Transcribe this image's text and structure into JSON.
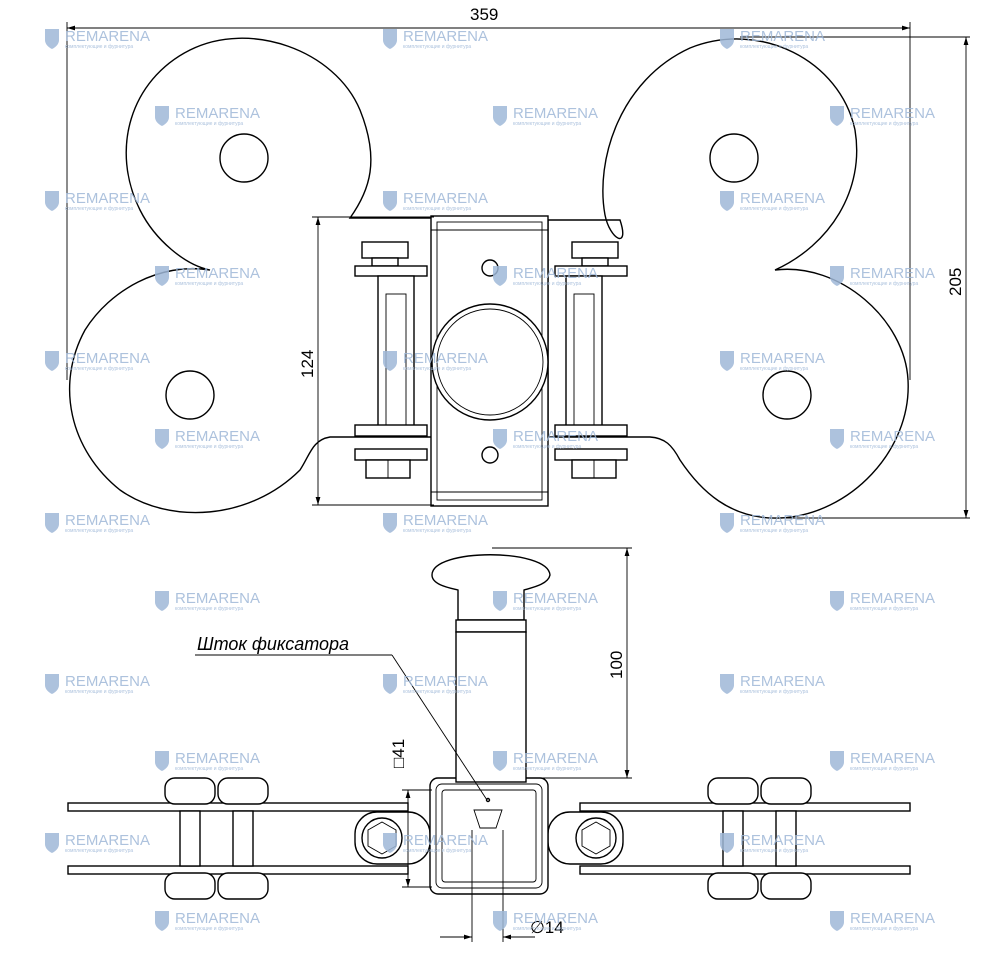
{
  "dimensions": {
    "overall_width": "359",
    "overall_height": "205",
    "bracket_height": "124",
    "pin_length": "100",
    "tube_section": "□41",
    "pin_diameter": "∅14"
  },
  "callout": {
    "label": "Шток фиксатора"
  },
  "watermark": {
    "brand": "REMARENA",
    "tagline": "комплектующие и фурнитура",
    "color": "#9fb8d8"
  }
}
